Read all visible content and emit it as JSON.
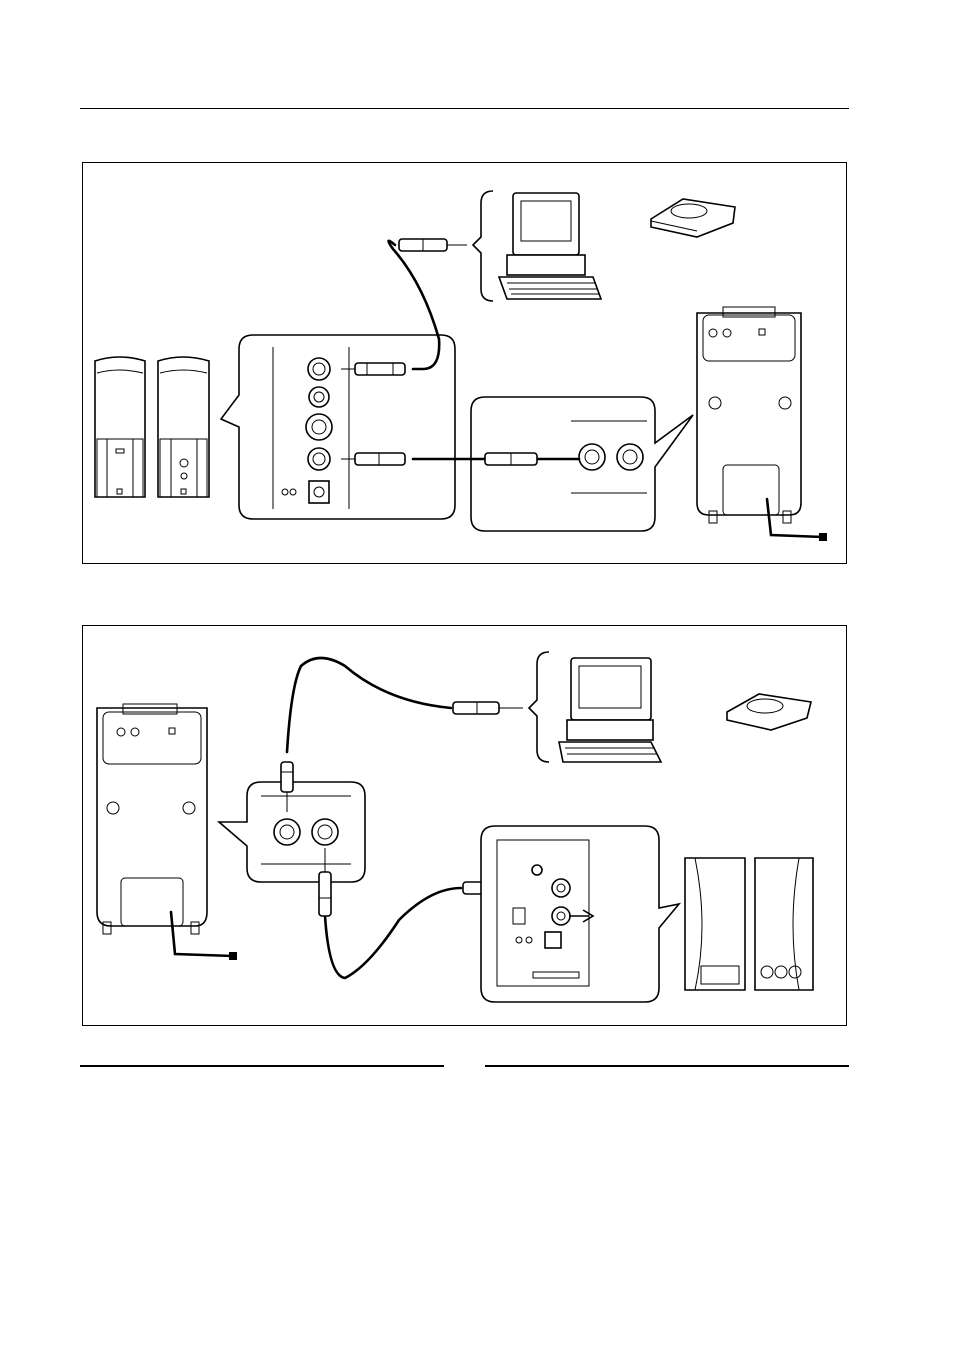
{
  "page": {
    "top_rule": true,
    "section_rules": [
      "left-column",
      "right-column"
    ]
  },
  "figure1": {
    "devices": [
      "computer",
      "cd-player",
      "speakers-front",
      "subwoofer-rear"
    ],
    "callouts": [
      "speaker-input-panel",
      "subwoofer-input-panel"
    ]
  },
  "figure2": {
    "devices": [
      "subwoofer-rear",
      "computer",
      "cd-player",
      "speakers-front"
    ],
    "callouts": [
      "subwoofer-input-panel",
      "speaker-input-panel"
    ]
  },
  "colors": {
    "ink": "#000000",
    "paper": "#ffffff"
  }
}
